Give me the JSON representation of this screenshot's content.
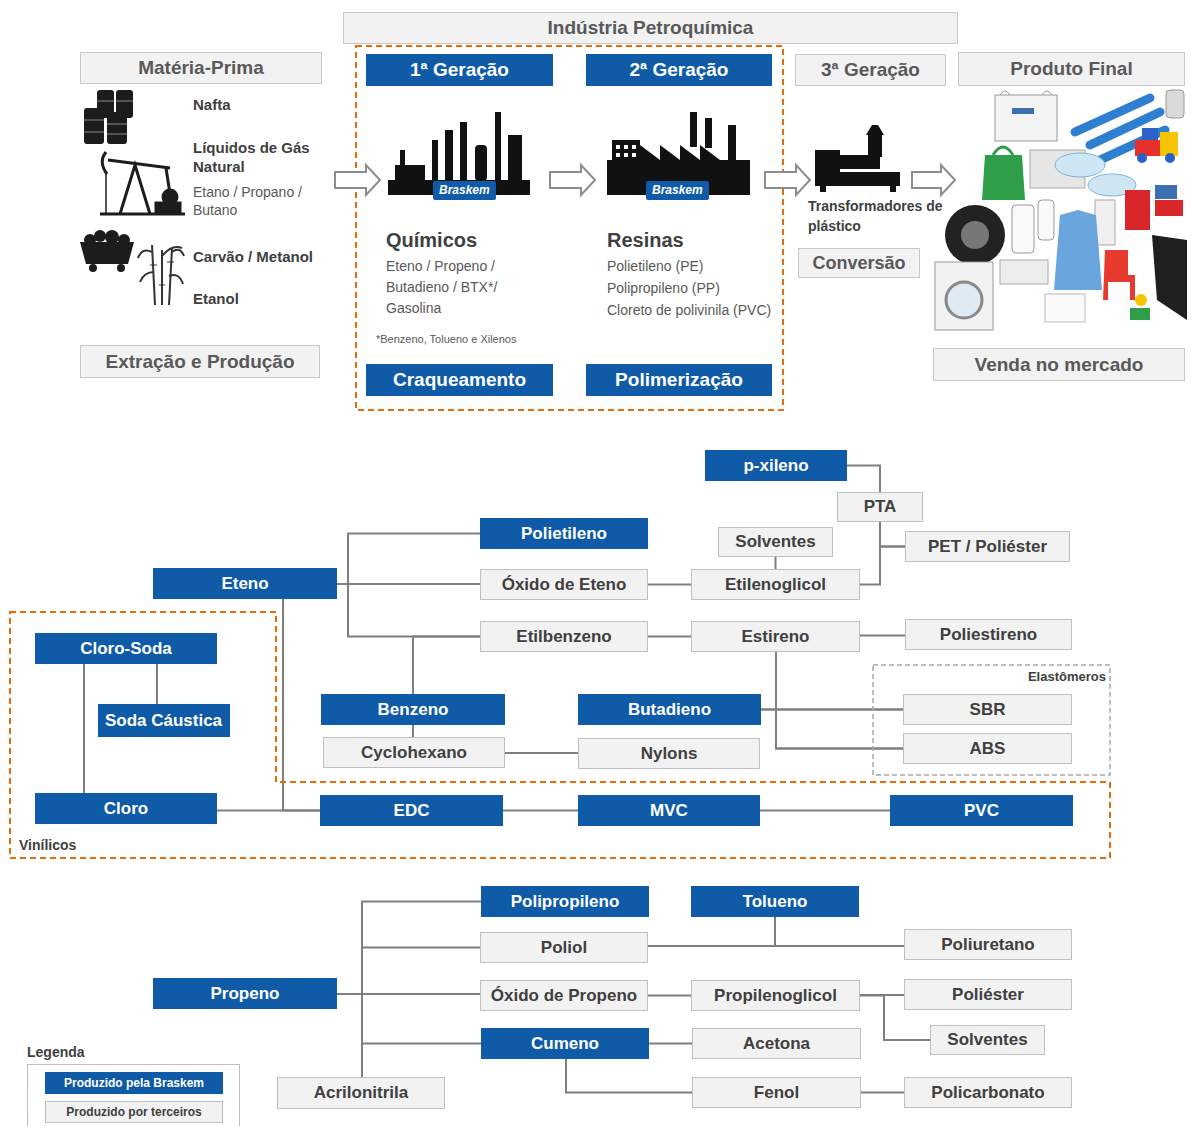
{
  "diagram": {
    "nodes": [
      {
        "text": [
          "Indústria Petroquímica"
        ]
      },
      {
        "text": [
          "Matéria-Prima"
        ]
      },
      {
        "text": [
          "1ª Geração"
        ]
      },
      {
        "text": [
          "2ª Geração"
        ]
      },
      {
        "text": [
          "3ª Geração"
        ]
      },
      {
        "text": [
          "Produto Final"
        ]
      },
      {
        "text": [
          "Conversão"
        ]
      },
      {
        "text": [
          "Extração e Produção"
        ]
      },
      {
        "text": [
          "Venda no mercado"
        ]
      },
      {
        "text": [
          "Craqueamento"
        ]
      },
      {
        "text": [
          "Polimerização"
        ]
      },
      {
        "text": [
          "p-xileno"
        ]
      },
      {
        "text": [
          "PTA"
        ]
      },
      {
        "text": [
          "Polietileno"
        ]
      },
      {
        "text": [
          "Solventes"
        ]
      },
      {
        "text": [
          "PET / Poliéster"
        ]
      },
      {
        "text": [
          "Eteno"
        ]
      },
      {
        "text": [
          "Óxido de Eteno"
        ]
      },
      {
        "text": [
          "Etilenoglicol"
        ]
      },
      {
        "text": [
          "Vinílicos"
        ]
      },
      {
        "text": [
          "Cloro-Soda"
        ],
        "in": 19
      },
      {
        "text": [
          "Etilbenzeno"
        ]
      },
      {
        "text": [
          "Estireno"
        ]
      },
      {
        "text": [
          "Poliestireno"
        ]
      },
      {
        "text": [
          "Elastômeros"
        ]
      },
      {
        "text": [
          "Soda Cáustica"
        ],
        "in": 19
      },
      {
        "text": [
          "Benzeno"
        ]
      },
      {
        "text": [
          "Butadieno"
        ]
      },
      {
        "text": [
          "SBR"
        ],
        "in": 24
      },
      {
        "text": [
          "ABS"
        ],
        "in": 24
      },
      {
        "text": [
          "Cyclohexano"
        ]
      },
      {
        "text": [
          "Nylons"
        ]
      },
      {
        "text": [
          "Cloro"
        ],
        "in": 19
      },
      {
        "text": [
          "EDC"
        ],
        "in": 19
      },
      {
        "text": [
          "MVC"
        ],
        "in": 19
      },
      {
        "text": [
          "PVC"
        ],
        "in": 19
      },
      {
        "text": [
          "Polipropileno"
        ]
      },
      {
        "text": [
          "Tolueno"
        ]
      },
      {
        "text": [
          "Poliol"
        ]
      },
      {
        "text": [
          "Poliuretano"
        ]
      },
      {
        "text": [
          "Propeno"
        ]
      },
      {
        "text": [
          "Óxido de Propeno"
        ]
      },
      {
        "text": [
          "Propilenoglicol"
        ]
      },
      {
        "text": [
          "Poliéster"
        ]
      },
      {
        "text": [
          "Solventes"
        ]
      },
      {
        "text": [
          "Cumeno"
        ]
      },
      {
        "text": [
          "Acetona"
        ]
      },
      {
        "text": [
          "Acrilonitrila"
        ]
      },
      {
        "text": [
          "Fenol"
        ]
      },
      {
        "text": [
          "Policarbonato"
        ]
      }
    ],
    "edges": [
      {
        "from": 16,
        "to": 13,
        "arrow": "none"
      },
      {
        "from": 16,
        "to": 17,
        "arrow": "none"
      },
      {
        "from": 16,
        "to": 21,
        "arrow": "none"
      },
      {
        "from": 16,
        "to": 33,
        "arrow": "none"
      },
      {
        "from": 20,
        "to": 25,
        "arrow": "none"
      },
      {
        "from": 20,
        "to": 32,
        "arrow": "none"
      },
      {
        "from": 32,
        "to": 33,
        "arrow": "none"
      },
      {
        "from": 33,
        "to": 34,
        "arrow": "none"
      },
      {
        "from": 34,
        "to": 35,
        "arrow": "none"
      },
      {
        "from": 11,
        "to": 12,
        "arrow": "none"
      },
      {
        "from": 12,
        "to": 15,
        "arrow": "none"
      },
      {
        "from": 17,
        "to": 18,
        "arrow": "none"
      },
      {
        "from": 18,
        "to": 14,
        "arrow": "none"
      },
      {
        "from": 18,
        "to": 15,
        "arrow": "none"
      },
      {
        "from": 26,
        "to": 21,
        "arrow": "none"
      },
      {
        "from": 26,
        "to": 30,
        "arrow": "none"
      },
      {
        "from": 30,
        "to": 31,
        "arrow": "none"
      },
      {
        "from": 21,
        "to": 22,
        "arrow": "none"
      },
      {
        "from": 22,
        "to": 23,
        "arrow": "none"
      },
      {
        "from": 22,
        "to": 28,
        "arrow": "none"
      },
      {
        "from": 22,
        "to": 29,
        "arrow": "none"
      },
      {
        "from": 27,
        "to": 28,
        "arrow": "none"
      },
      {
        "from": 27,
        "to": 29,
        "arrow": "none"
      },
      {
        "from": 40,
        "to": 36,
        "arrow": "none"
      },
      {
        "from": 40,
        "to": 38,
        "arrow": "none"
      },
      {
        "from": 40,
        "to": 41,
        "arrow": "none"
      },
      {
        "from": 40,
        "to": 45,
        "arrow": "none"
      },
      {
        "from": 40,
        "to": 47,
        "arrow": "none"
      },
      {
        "from": 37,
        "to": 39,
        "arrow": "none"
      },
      {
        "from": 38,
        "to": 39,
        "arrow": "none"
      },
      {
        "from": 41,
        "to": 42,
        "arrow": "none"
      },
      {
        "from": 42,
        "to": 43,
        "arrow": "none"
      },
      {
        "from": 42,
        "to": 44,
        "arrow": "none"
      },
      {
        "from": 45,
        "to": 46,
        "arrow": "none"
      },
      {
        "from": 45,
        "to": 48,
        "arrow": "none"
      },
      {
        "from": 48,
        "to": 49,
        "arrow": "none"
      }
    ],
    "labels": [
      "Nafta",
      "Líquidos de Gás Natural",
      "Etano / Propano / Butano",
      "Carvão / Metanol",
      "Etanol",
      "Braskem",
      "Braskem",
      "Químicos",
      "Eteno / Propeno / Butadieno / BTX*/ Gasolina",
      "*Benzeno, Tolueno e Xilenos",
      "Resinas",
      "Polietileno (PE)",
      "Polipropileno (PP)",
      "Cloreto de polivinila (PVC)",
      "Transformadores de plástico",
      "Legenda"
    ],
    "legend": [
      {
        "text": "Produzido pela Braskem",
        "color": "#0f5ba7"
      },
      {
        "text": "Produzido por terceiros",
        "color": "#f2f2f2"
      }
    ]
  }
}
